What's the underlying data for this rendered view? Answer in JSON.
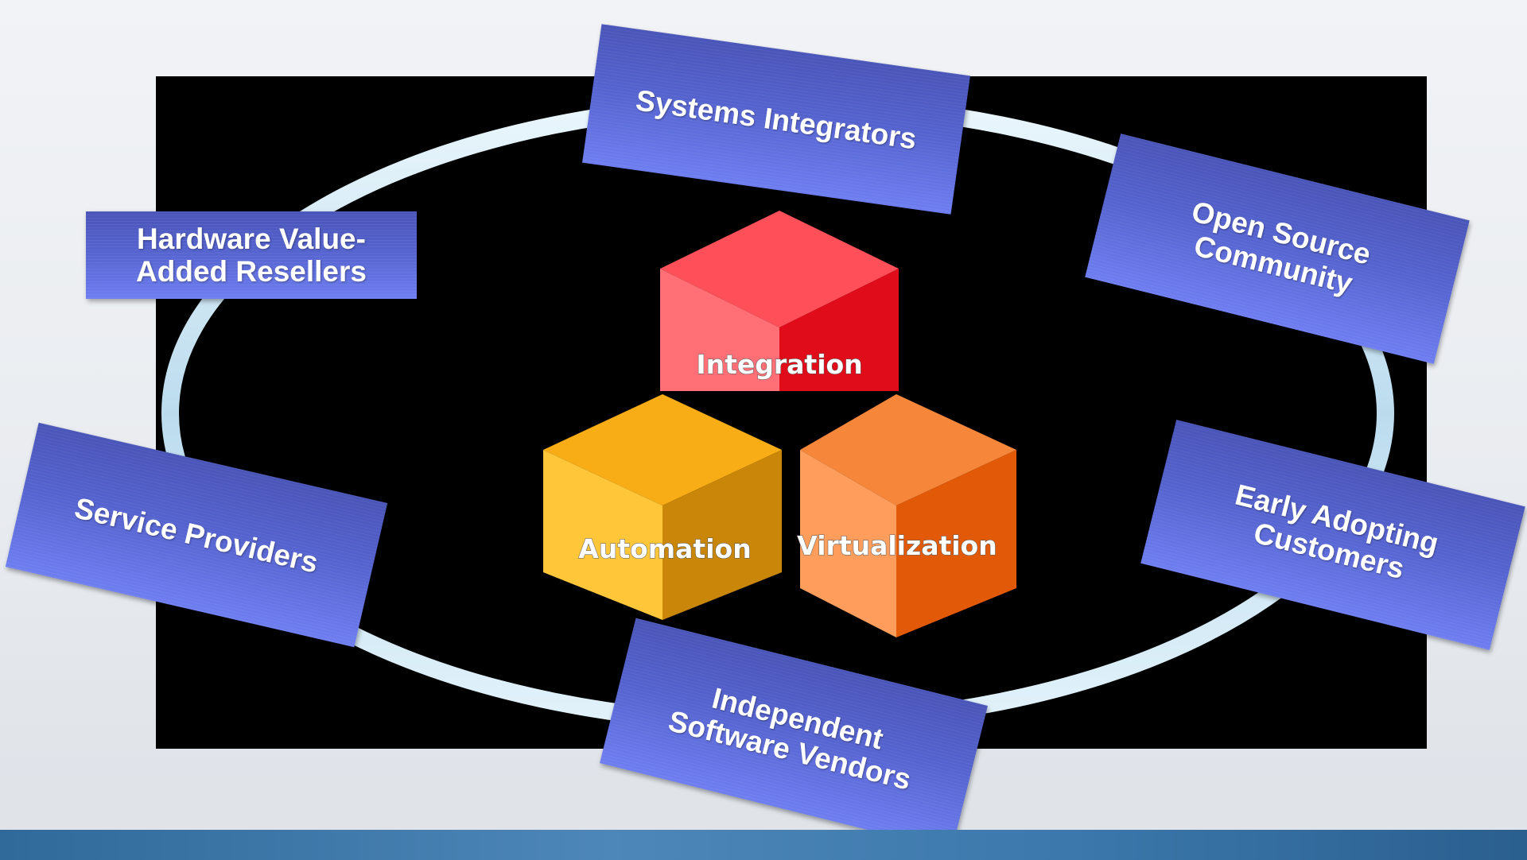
{
  "colors": {
    "tag_top": "#4a55b8",
    "tag_bottom": "#6e7ef0",
    "ring": "#cfe7f3",
    "integration_cube": "#e8202a",
    "automation_cube": "#f4a817",
    "virtualization_cube": "#f27a22",
    "panel": "#000000",
    "bottom_bar": "#3c78ac"
  },
  "cubes": {
    "integration": "Integration",
    "automation": "Automation",
    "virtualization": "Virtualization"
  },
  "partners": {
    "systems_integrators": "Systems Integrators",
    "open_source_community": "Open Source\nCommunity",
    "hardware_vars": "Hardware Value-\nAdded Resellers",
    "service_providers": "Service Providers",
    "early_adopting_customers": "Early Adopting\nCustomers",
    "independent_software_vendors": "Independent\nSoftware Vendors"
  }
}
